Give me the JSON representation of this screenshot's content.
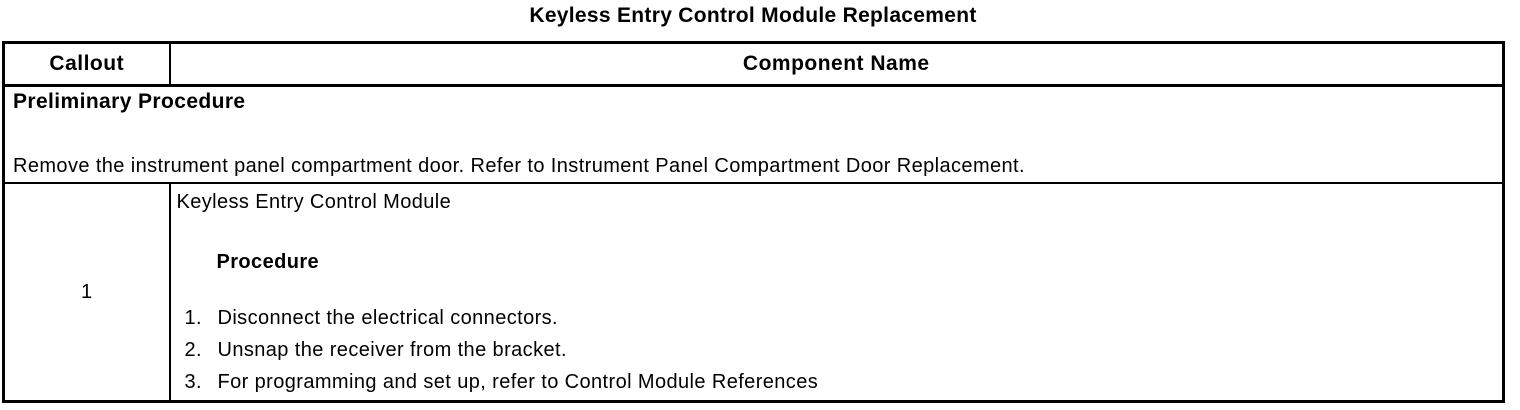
{
  "page_title": "Keyless Entry Control Module Replacement",
  "colors": {
    "text": "#000000",
    "background": "#ffffff",
    "border": "#000000"
  },
  "table": {
    "headers": {
      "callout": "Callout",
      "component_name": "Component Name"
    },
    "preliminary": {
      "heading": "Preliminary Procedure",
      "text": "Remove the instrument panel compartment door. Refer to Instrument Panel Compartment Door Replacement."
    },
    "rows": [
      {
        "callout": "1",
        "component": "Keyless Entry Control Module",
        "procedure_heading": "Procedure",
        "steps": [
          {
            "num": "1.",
            "text": "Disconnect the electrical connectors."
          },
          {
            "num": "2.",
            "text": "Unsnap the receiver from the bracket."
          },
          {
            "num": "3.",
            "text": "For programming and set up, refer to Control Module References"
          }
        ]
      }
    ]
  }
}
